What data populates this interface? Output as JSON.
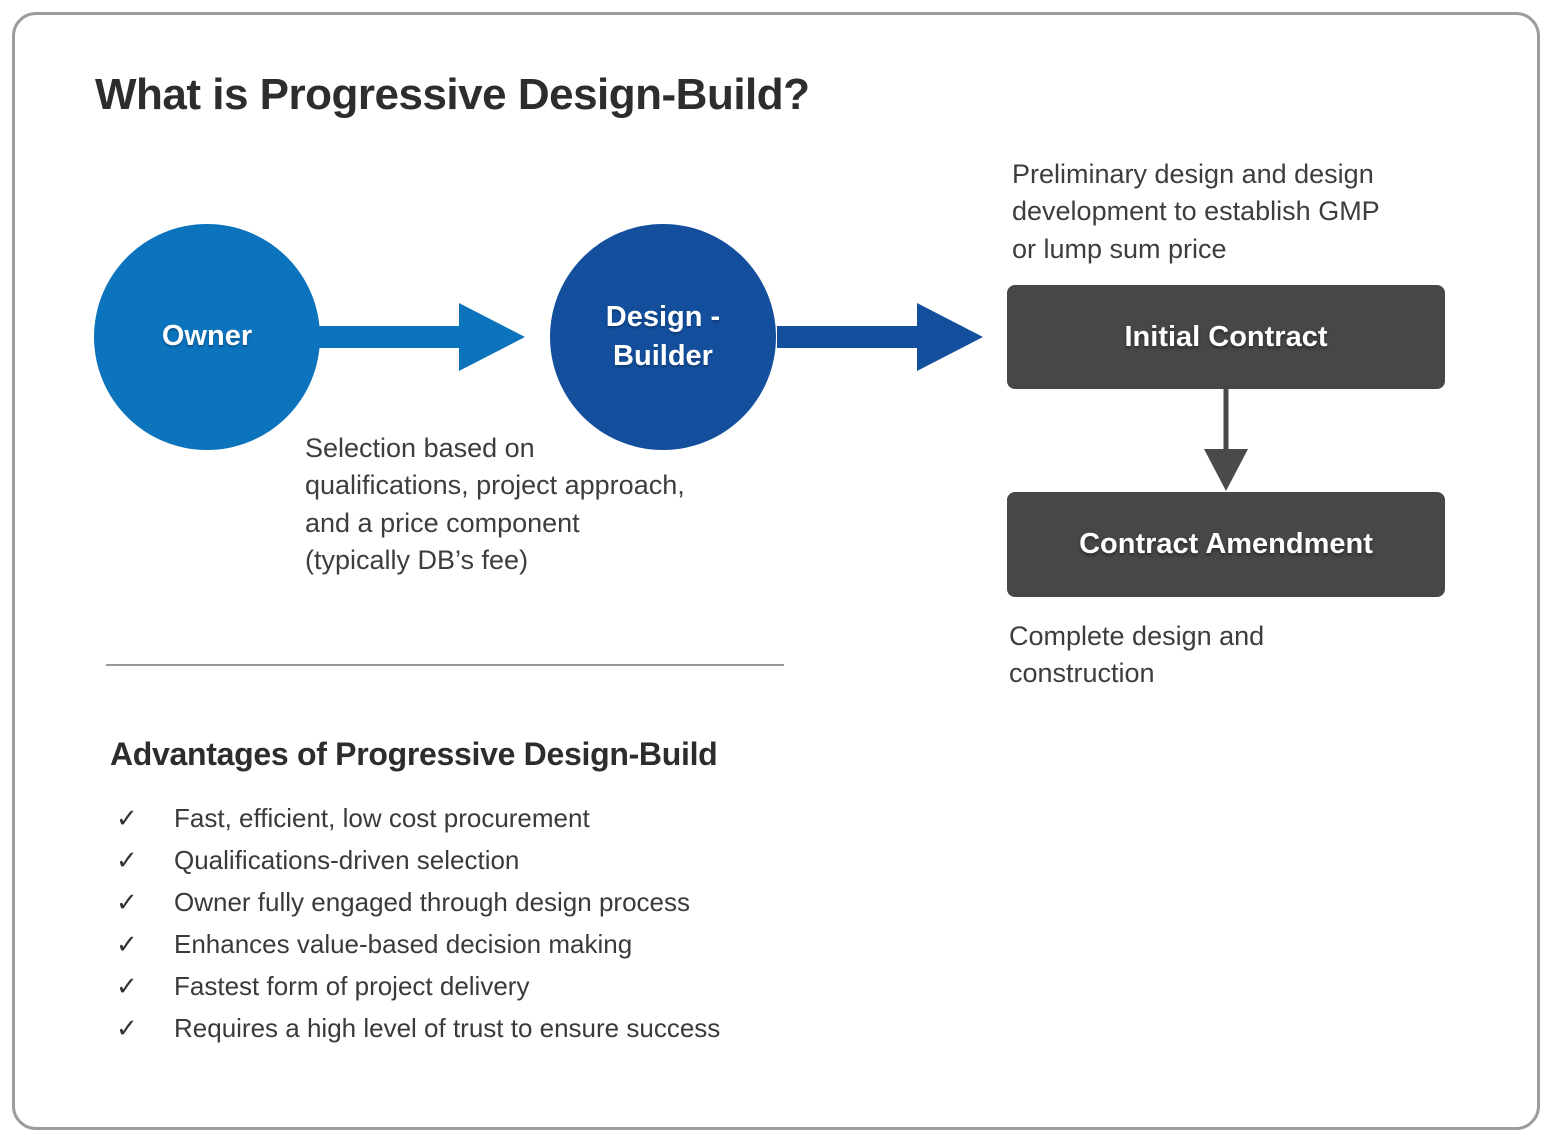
{
  "page": {
    "title": "What is Progressive Design-Build?"
  },
  "colors": {
    "owner_blue": "#0b74bd",
    "builder_blue": "#134f9c",
    "contract_box_gray": "#474747",
    "flow_arrow_gray": "#4a4a4a",
    "heading_text": "#2d2d2d",
    "body_text": "#3d3d3d",
    "frame_border": "#9c9c9c",
    "divider": "#999999"
  },
  "diagram": {
    "owner_label": "Owner",
    "builder_label": "Design -\nBuilder",
    "selection_note": "Selection based on\nqualifications, project approach,\nand a price component\n(typically DB’s fee)",
    "preliminary_note": "Preliminary design and design\ndevelopment to establish GMP\nor lump sum price",
    "initial_contract_label": "Initial Contract",
    "contract_amendment_label": "Contract Amendment",
    "complete_note": "Complete design and\nconstruction"
  },
  "advantages": {
    "heading": "Advantages of Progressive Design-Build",
    "check_glyph": "✓",
    "items": [
      "Fast, efficient, low cost procurement",
      "Qualifications-driven selection",
      "Owner fully engaged through design process",
      "Enhances value-based decision making",
      "Fastest form of project delivery",
      "Requires a high level of trust to ensure success"
    ]
  }
}
